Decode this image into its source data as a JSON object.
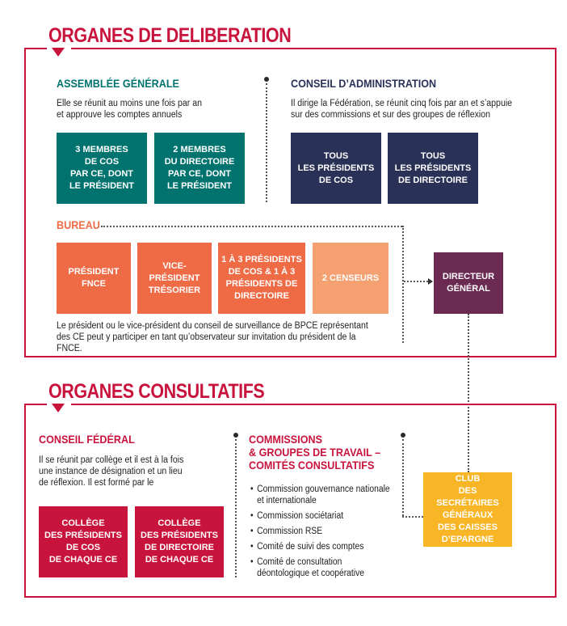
{
  "deliberation": {
    "title": "ORGANES DE DELIBERATION",
    "assemblee": {
      "heading": "ASSEMBLÉE GÉNÉRALE",
      "text": "Elle se réunit au moins une fois par an\net approuve les comptes annuels",
      "boxes": [
        "3 MEMBRES\nDE COS\nPAR CE, DONT\nLE PRÉSIDENT",
        "2 MEMBRES\nDU DIRECTOIRE\nPAR CE, DONT\nLE PRÉSIDENT"
      ]
    },
    "conseil_admin": {
      "heading": "CONSEIL D’ADMINISTRATION",
      "text": "Il dirige la Fédération, se réunit cinq fois par an et s’appuie\nsur des commissions et sur des groupes de réflexion",
      "boxes": [
        "TOUS\nLES PRÉSIDENTS\nDE COS",
        "TOUS\nLES PRÉSIDENTS\nDE DIRECTOIRE"
      ]
    },
    "bureau": {
      "heading": "BUREAU",
      "boxes": [
        "PRÉSIDENT\nFNCE",
        "VICE-PRÉSIDENT\nTRÉSORIER",
        "1 À 3 PRÉSIDENTS\nDE COS & 1 À 3\nPRÉSIDENTS DE\nDIRECTOIRE",
        "2 CENSEURS"
      ],
      "note": "Le président ou le vice-président du conseil de surveillance de BPCE représentant\ndes CE peut y participer en tant qu’observateur sur invitation du président de la FNCE."
    },
    "directeur": "DIRECTEUR\nGÉNÉRAL"
  },
  "consultatifs": {
    "title": "ORGANES CONSULTATIFS",
    "conseil_federal": {
      "heading": "CONSEIL FÉDÉRAL",
      "text": "Il se réunit par collège et il est à la fois\nune instance de désignation et un lieu\nde réflexion. Il est formé par le",
      "boxes": [
        "COLLÈGE\nDES PRÉSIDENTS\nDE COS\nDE CHAQUE CE",
        "COLLÈGE\nDES PRÉSIDENTS\nDE DIRECTOIRE\nDE CHAQUE CE"
      ]
    },
    "commissions": {
      "heading": "COMMISSIONS\n& GROUPES DE TRAVAIL –\nCOMITÉS CONSULTATIFS",
      "items": [
        "Commission gouvernance nationale\net internationale",
        "Commission sociétariat",
        "Commission RSE",
        "Comité de suivi des comptes",
        "Comité de consultation\ndéontologique et coopérative"
      ]
    },
    "club": "CLUB\nDES SECRÉTAIRES\nGÉNÉRAUX\nDES CAISSES\nD’EPARGNE"
  },
  "colors": {
    "crimson": "#c8143c",
    "teal": "#00736f",
    "navy": "#2a3157",
    "orange": "#ef6b46",
    "orange_light": "#f4a070",
    "plum": "#6a2a51",
    "yellow": "#f8b627"
  }
}
